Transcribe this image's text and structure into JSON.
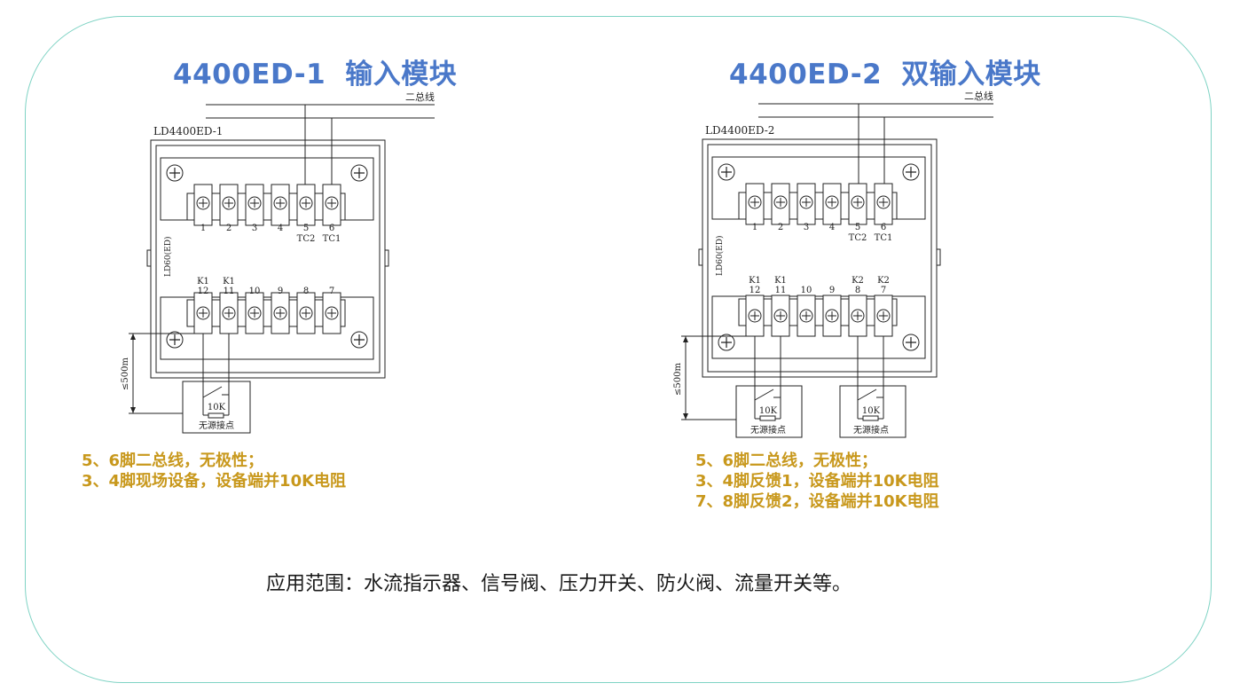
{
  "modules": [
    {
      "title_code": "4400ED-1",
      "title_name": "输入模块",
      "bus_label": "二总线",
      "model_label": "LD4400ED-1",
      "side_label": "LD60(ED)",
      "top_terminals": [
        "1",
        "2",
        "3",
        "4",
        "5",
        "6"
      ],
      "top_signals": [
        "TC2",
        "TC1"
      ],
      "bottom_terminals": [
        "12",
        "11",
        "10",
        "9",
        "8",
        "7"
      ],
      "bottom_signals": [
        "K1",
        "K1"
      ],
      "distance_label": "≤500m",
      "resistor_label": "10K",
      "contact_label": "无源接点",
      "notes": [
        "5、6脚二总线，无极性；",
        "3、4脚现场设备，设备端并10K电阻"
      ]
    },
    {
      "title_code": "4400ED-2",
      "title_name": "双输入模块",
      "bus_label": "二总线",
      "model_label": "LD4400ED-2",
      "side_label": "LD60(ED)",
      "top_terminals": [
        "1",
        "2",
        "3",
        "4",
        "5",
        "6"
      ],
      "top_signals": [
        "TC2",
        "TC1"
      ],
      "bottom_terminals": [
        "12",
        "11",
        "10",
        "9",
        "8",
        "7"
      ],
      "bottom_signals": [
        "K1",
        "K1",
        "K2",
        "K2"
      ],
      "distance_label": "≤500m",
      "resistor_label": "10K",
      "contact_label": "无源接点",
      "notes": [
        "5、6脚二总线，无极性；",
        "3、4脚反馈1，设备端并10K电阻",
        "7、8脚反馈2，设备端并10K电阻"
      ]
    }
  ],
  "scope_text": "应用范围：水流指示器、信号阀、压力开关、防火阀、流量开关等。"
}
